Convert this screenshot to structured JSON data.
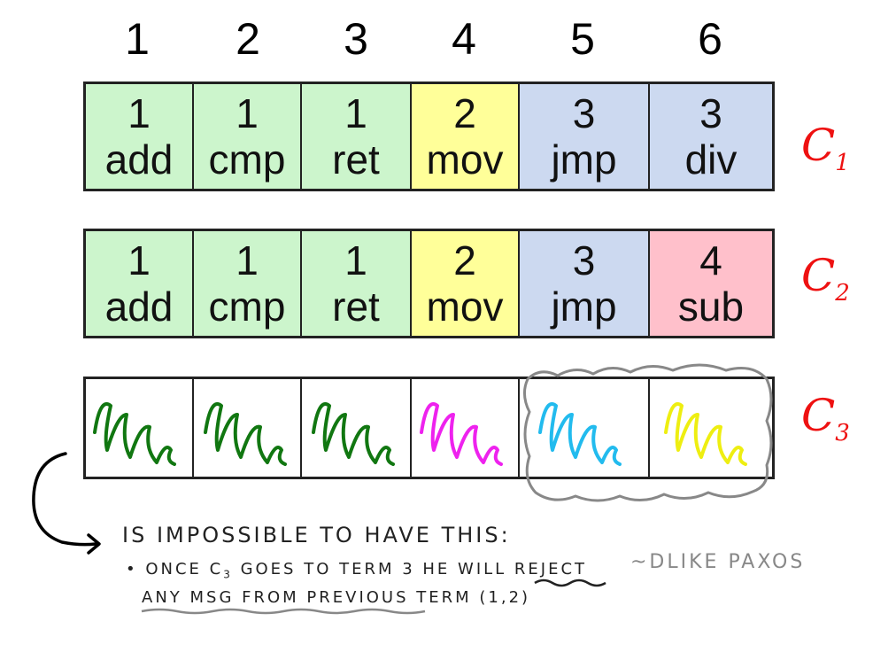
{
  "indices": [
    "1",
    "2",
    "3",
    "4",
    "5",
    "6"
  ],
  "logs": [
    {
      "server": "C",
      "server_sub": "1",
      "entries": [
        {
          "term": "1",
          "cmd": "add",
          "color": "green"
        },
        {
          "term": "1",
          "cmd": "cmp",
          "color": "green"
        },
        {
          "term": "1",
          "cmd": "ret",
          "color": "green"
        },
        {
          "term": "2",
          "cmd": "mov",
          "color": "yellow"
        },
        {
          "term": "3",
          "cmd": "jmp",
          "color": "blue"
        },
        {
          "term": "3",
          "cmd": "div",
          "color": "blue"
        }
      ]
    },
    {
      "server": "C",
      "server_sub": "2",
      "entries": [
        {
          "term": "1",
          "cmd": "add",
          "color": "green"
        },
        {
          "term": "1",
          "cmd": "cmp",
          "color": "green"
        },
        {
          "term": "1",
          "cmd": "ret",
          "color": "green"
        },
        {
          "term": "2",
          "cmd": "mov",
          "color": "yellow"
        },
        {
          "term": "3",
          "cmd": "jmp",
          "color": "blue"
        },
        {
          "term": "4",
          "cmd": "sub",
          "color": "pink"
        }
      ]
    },
    {
      "server": "C",
      "server_sub": "3",
      "scribble_colors": [
        "#117711",
        "#117711",
        "#117711",
        "#ee22ee",
        "#22bbee",
        "#eeee11"
      ]
    }
  ],
  "colors": {
    "green": "#ccf5cc",
    "yellow": "#ffff99",
    "blue": "#ccd9f0",
    "pink": "#ffc0cb",
    "accent_red": "#ee1111"
  },
  "annotation": {
    "line1": "IS IMPOSSIBLE TO HAVE THIS:",
    "bullet_line1": "• ONCE C",
    "bullet_sub": "3",
    "bullet_line1_rest": " GOES TO TERM 3 HE WILL ",
    "reject_word": "REJECT",
    "bullet_line2": "ANY MSG FROM PREVIOUS TERM (1,2)",
    "side_note": "~DLIKE PAXOS"
  }
}
